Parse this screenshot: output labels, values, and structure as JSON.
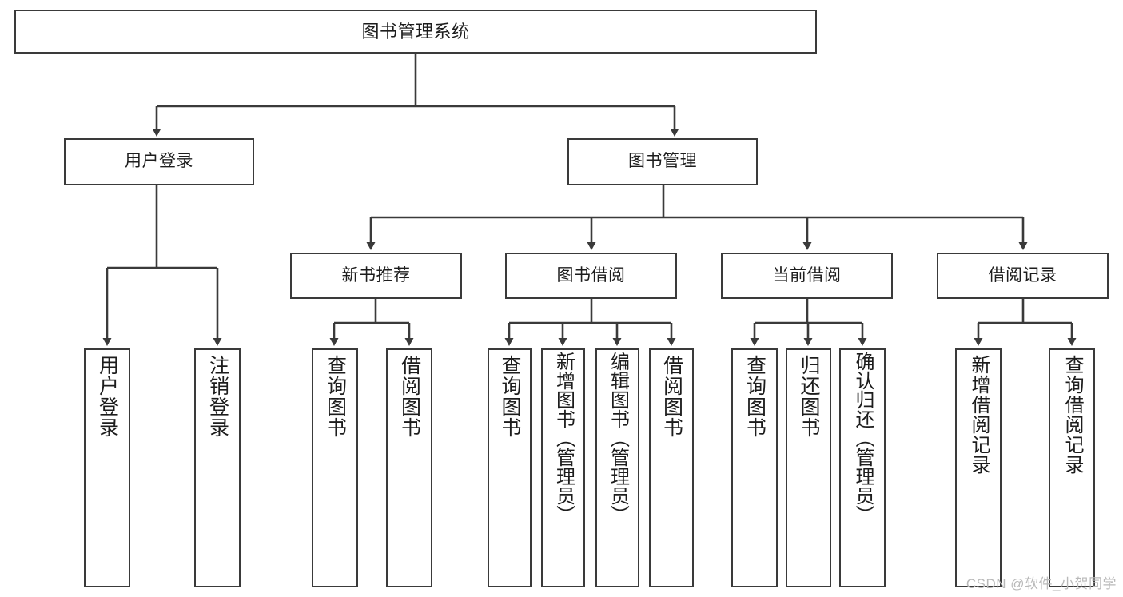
{
  "diagram": {
    "title": "图书管理系统",
    "watermark": "CSDN @软件_小贺同学",
    "stroke_color": "#3a3a3a",
    "background_color": "#ffffff",
    "text_color": "#1d1d1d",
    "watermark_color": "#b9b9b9"
  },
  "nodes": {
    "root": {
      "label": "图书管理系统"
    },
    "level2": [
      {
        "label": "用户登录"
      },
      {
        "label": "图书管理"
      }
    ],
    "level3": [
      {
        "label": "新书推荐"
      },
      {
        "label": "图书借阅"
      },
      {
        "label": "当前借阅"
      },
      {
        "label": "借阅记录"
      }
    ],
    "leaves_user_login": [
      {
        "label": "用户登录"
      },
      {
        "label": "注销登录"
      }
    ],
    "leaves_new_book": [
      {
        "label": "查询图书"
      },
      {
        "label": "借阅图书"
      }
    ],
    "leaves_borrow": [
      {
        "label": "查询图书"
      },
      {
        "label": "新增图书（管理员）"
      },
      {
        "label": "编辑图书（管理员）"
      },
      {
        "label": "借阅图书"
      }
    ],
    "leaves_current": [
      {
        "label": "查询图书"
      },
      {
        "label": "归还图书"
      },
      {
        "label": "确认归还（管理员）"
      }
    ],
    "leaves_record": [
      {
        "label": "新增借阅记录"
      },
      {
        "label": "查询借阅记录"
      }
    ]
  }
}
